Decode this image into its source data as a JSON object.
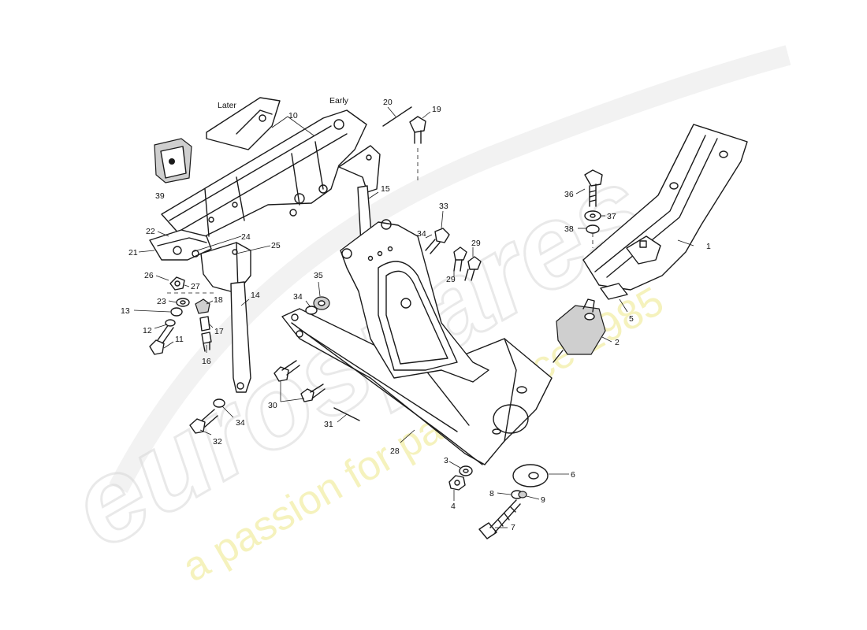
{
  "watermark": {
    "brand": "eurospares",
    "tagline": "a passion for parts since 1985",
    "brand_color": "#d8d8d8",
    "tagline_color": "#f0ec9a"
  },
  "captions": {
    "later": "Later",
    "early": "Early"
  },
  "callouts": [
    "1",
    "2",
    "3",
    "4",
    "5",
    "6",
    "7",
    "8",
    "9",
    "10",
    "11",
    "12",
    "13",
    "14",
    "15",
    "16",
    "17",
    "18",
    "19",
    "20",
    "21",
    "22",
    "23",
    "24",
    "25",
    "26",
    "27",
    "28",
    "29",
    "29",
    "30",
    "31",
    "32",
    "33",
    "34",
    "34",
    "34",
    "35",
    "36",
    "37",
    "38",
    "39"
  ]
}
